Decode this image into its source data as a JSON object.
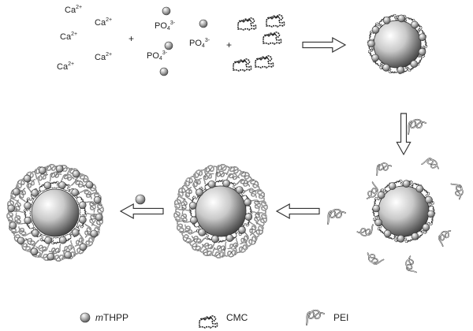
{
  "reactants": {
    "calcium_ion": {
      "base": "Ca",
      "charge": "2+"
    },
    "phosphate_ion": {
      "base": "PO",
      "sub": "4",
      "charge": "3-"
    },
    "plus": "+"
  },
  "legend": {
    "mthpp": {
      "prefix": "m",
      "name": "THPP"
    },
    "cmc": "CMC",
    "pei": "PEI"
  },
  "colors": {
    "sphere_light": "#ffffff",
    "sphere_dark": "#3a3a3a",
    "chain": "#222222",
    "arrow": "#444444"
  }
}
